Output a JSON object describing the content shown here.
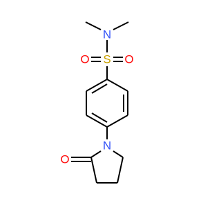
{
  "molecule": {
    "atoms": {
      "n_amine": {
        "symbol": "N",
        "color": "#3050F8"
      },
      "sulfur": {
        "symbol": "S",
        "color": "#C8A000"
      },
      "o_left": {
        "symbol": "O",
        "color": "#FF0D0D"
      },
      "o_right": {
        "symbol": "O",
        "color": "#FF0D0D"
      },
      "n_ring": {
        "symbol": "N",
        "color": "#3050F8"
      },
      "o_carbonyl": {
        "symbol": "O",
        "color": "#FF0D0D"
      }
    },
    "bond_color": "#000000"
  }
}
